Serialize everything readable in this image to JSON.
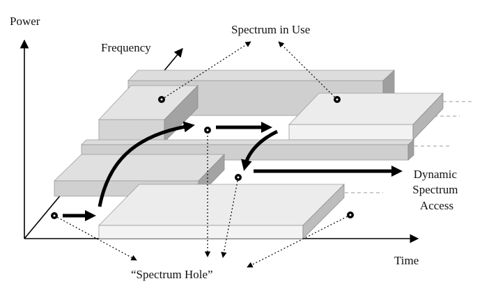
{
  "labels": {
    "power": "Power",
    "frequency": "Frequency",
    "time": "Time",
    "spectrum_in_use": "Spectrum in Use",
    "spectrum_hole": "“Spectrum Hole”",
    "dynamic_access": [
      "Dynamic",
      "Spectrum",
      "Access"
    ]
  },
  "colors": {
    "block_light_top": "#e9e9e9",
    "block_light_front": "#f3f3f3",
    "block_mid_top": "#d4d4d4",
    "block_mid_front": "#c4c4c4",
    "block_side": "#9e9e9e",
    "ink": "#000000"
  }
}
